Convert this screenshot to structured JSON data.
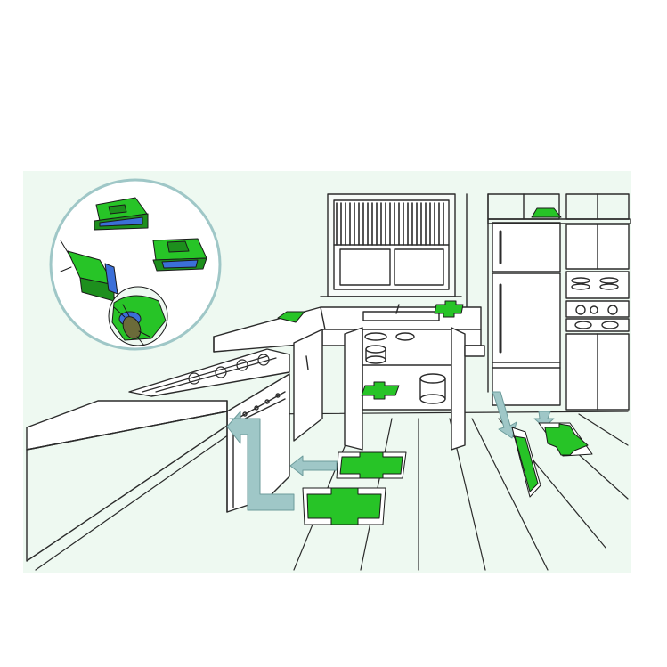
{
  "scene": {
    "background": "#ffffff",
    "panel_color": "#eef9f1",
    "line_color": "#2b2b2b",
    "trap_color": "#27c427",
    "trap_dark": "#1d8f1d",
    "trap_blue": "#3b6fd8",
    "arrow_color": "#9fc7c7",
    "callout_ring": "#9fc7c7"
  },
  "illustration": {
    "subject": "kitchen-floor-plan",
    "trap_count": 8,
    "icons": [
      "trap-icon",
      "arrow-icon",
      "cockroach-icon",
      "magnifier-callout"
    ]
  }
}
